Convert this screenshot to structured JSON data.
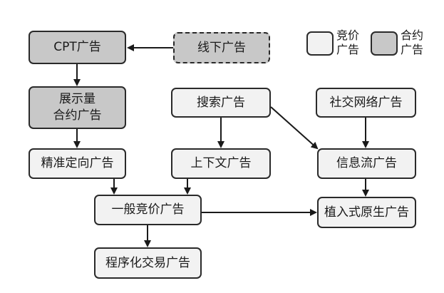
{
  "legend": {
    "bidding": {
      "label": "竞价\n广告",
      "color": "#f2f2f2"
    },
    "contract": {
      "label": "合约\n广告",
      "color": "#c8c8c8"
    }
  },
  "nodes": {
    "cpt": "CPT广告",
    "offline": "线下广告",
    "display_contract": "展示量\n合约广告",
    "search": "搜索广告",
    "social": "社交网络广告",
    "targeted": "精准定向广告",
    "contextual": "上下文广告",
    "feed": "信息流广告",
    "general_bidding": "一般竞价广告",
    "native": "植入式原生广告",
    "programmatic": "程序化交易广告"
  },
  "edges": [
    {
      "from": "offline",
      "to": "cpt"
    },
    {
      "from": "cpt",
      "to": "display_contract"
    },
    {
      "from": "display_contract",
      "to": "targeted"
    },
    {
      "from": "search",
      "to": "contextual"
    },
    {
      "from": "search",
      "to": "feed"
    },
    {
      "from": "social",
      "to": "feed"
    },
    {
      "from": "targeted",
      "to": "general_bidding"
    },
    {
      "from": "contextual",
      "to": "general_bidding"
    },
    {
      "from": "feed",
      "to": "native"
    },
    {
      "from": "general_bidding",
      "to": "native"
    },
    {
      "from": "general_bidding",
      "to": "programmatic"
    }
  ]
}
